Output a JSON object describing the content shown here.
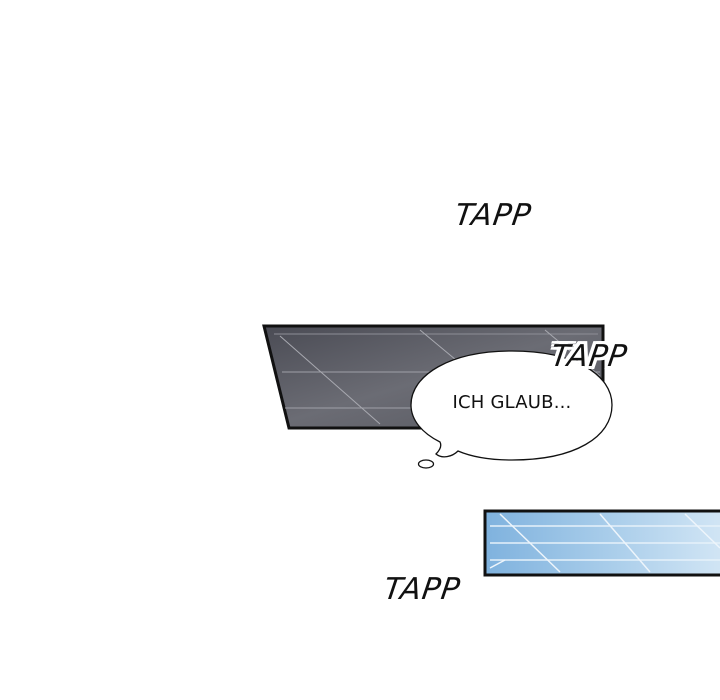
{
  "sound_effects": [
    "TAPP",
    "TAPP",
    "TAPP"
  ],
  "thought_bubble": {
    "text": "ICH GLAUB..."
  },
  "colors": {
    "background": "#ffffff",
    "dark_panel": "#5f6068",
    "blue_panel": "#a9cdea",
    "ink": "#111111"
  }
}
